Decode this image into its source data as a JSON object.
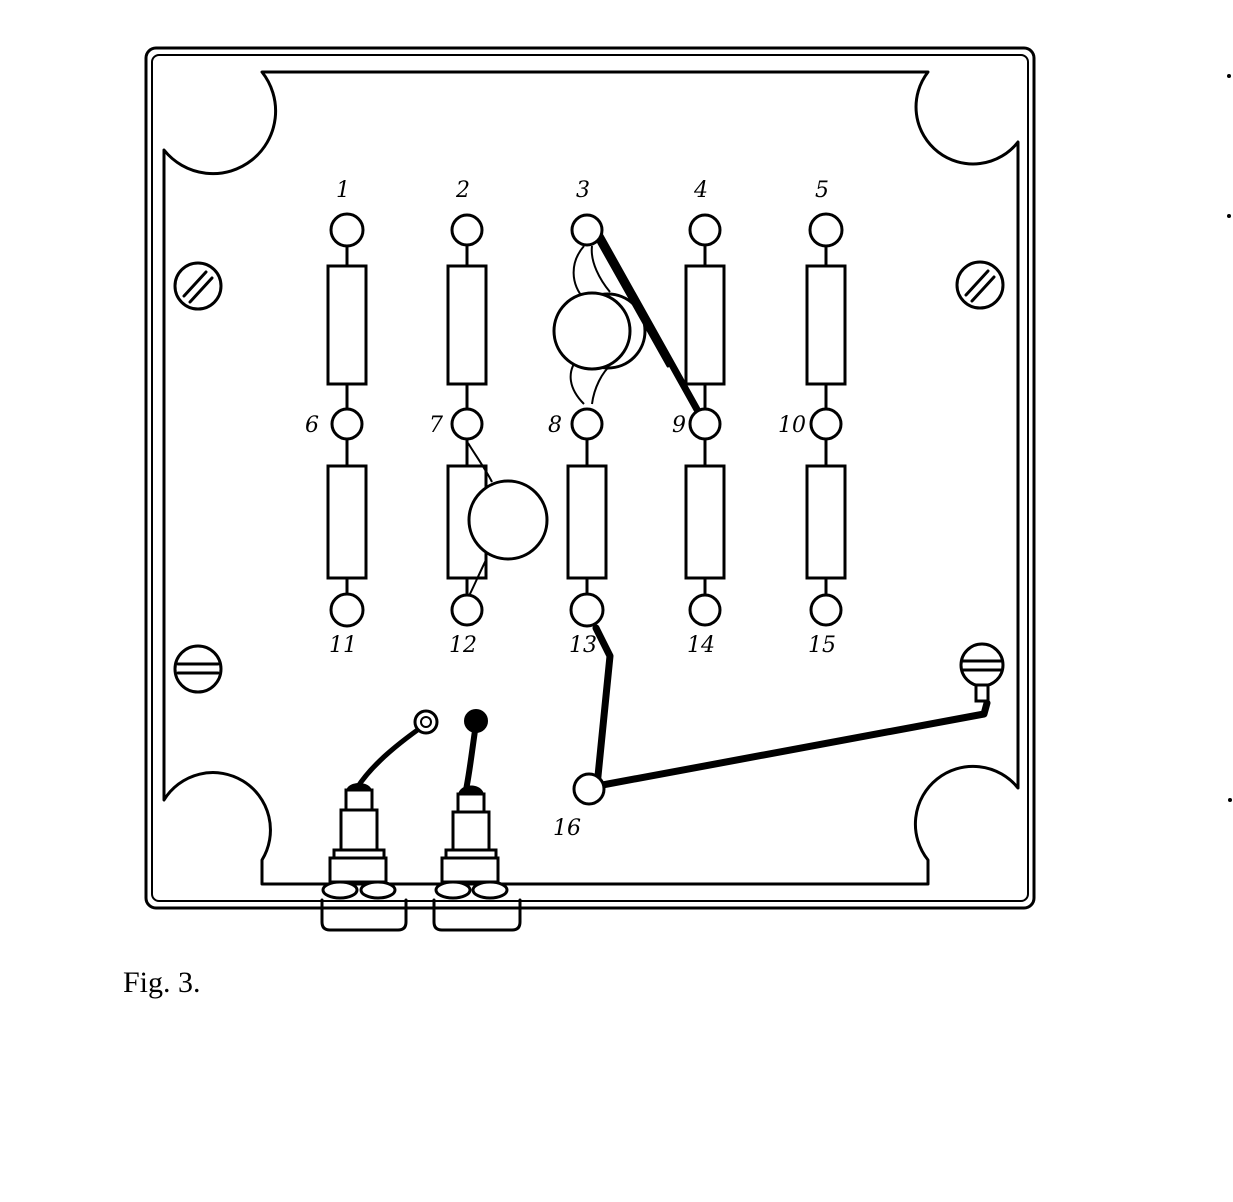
{
  "figure": {
    "caption": "Fig. 3.",
    "terminals": [
      {
        "id": 1,
        "label": "1"
      },
      {
        "id": 2,
        "label": "2"
      },
      {
        "id": 3,
        "label": "3"
      },
      {
        "id": 4,
        "label": "4"
      },
      {
        "id": 5,
        "label": "5"
      },
      {
        "id": 6,
        "label": "6"
      },
      {
        "id": 7,
        "label": "7"
      },
      {
        "id": 8,
        "label": "8"
      },
      {
        "id": 9,
        "label": "9"
      },
      {
        "id": 10,
        "label": "10"
      },
      {
        "id": 11,
        "label": "11"
      },
      {
        "id": 12,
        "label": "12"
      },
      {
        "id": 13,
        "label": "13"
      },
      {
        "id": 14,
        "label": "14"
      },
      {
        "id": 15,
        "label": "15"
      },
      {
        "id": 16,
        "label": "16"
      }
    ]
  }
}
